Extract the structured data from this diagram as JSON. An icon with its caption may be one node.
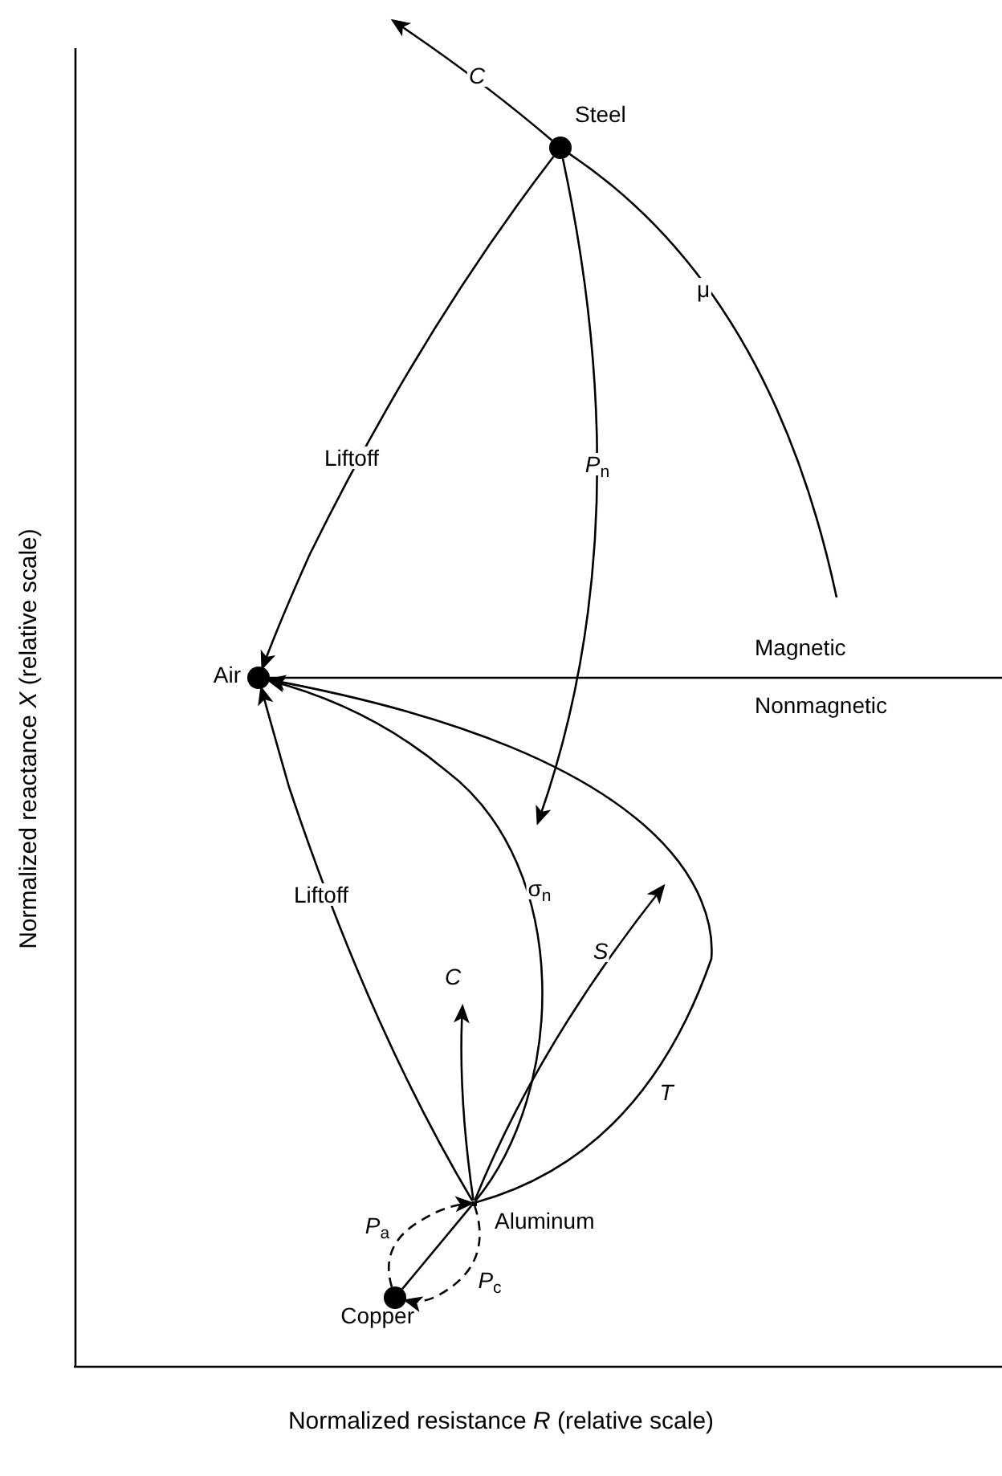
{
  "diagram": {
    "nodes": [
      {
        "text": [],
        "shape": "circle",
        "beside": [
          "Steel"
        ]
      },
      {
        "text": [],
        "shape": "circle",
        "beside": [
          "Air"
        ]
      },
      {
        "text": [],
        "shape": "point",
        "beside": [
          "Aluminum"
        ]
      },
      {
        "text": [],
        "shape": "circle",
        "beside": [
          "Copper"
        ]
      }
    ],
    "edges": [
      {
        "from": 0,
        "to": null,
        "arrow": "to",
        "label": "C"
      },
      {
        "from": 0,
        "to": null,
        "arrow": "none",
        "label": "μ"
      },
      {
        "from": 0,
        "to": 1,
        "arrow": "to",
        "label": "Liftoff"
      },
      {
        "from": 0,
        "to": null,
        "arrow": "to",
        "label": "*P*$_{n}$"
      },
      {
        "from": 2,
        "to": 1,
        "arrow": "to",
        "label": "Liftoff"
      },
      {
        "from": 2,
        "to": 1,
        "arrow": "to",
        "label": "σ$_{n}$"
      },
      {
        "from": 2,
        "to": null,
        "arrow": "to",
        "label": "C"
      },
      {
        "from": 2,
        "to": null,
        "arrow": "to",
        "label": "S"
      },
      {
        "from": 2,
        "to": 1,
        "arrow": "to",
        "label": "T"
      },
      {
        "from": 3,
        "to": 2,
        "arrow": "to",
        "label": "*P*$_{a}$",
        "style": "dashed"
      },
      {
        "from": 2,
        "to": 3,
        "arrow": "to",
        "label": "*P*$_{c}$",
        "style": "dashed"
      },
      {
        "from": 3,
        "to": 2,
        "arrow": "none"
      }
    ],
    "labels": [
      "Magnetic",
      "Nonmagnetic",
      "Normalized reactance *X* (relative scale)",
      "Normalized resistance *R* (relative scale)"
    ]
  }
}
